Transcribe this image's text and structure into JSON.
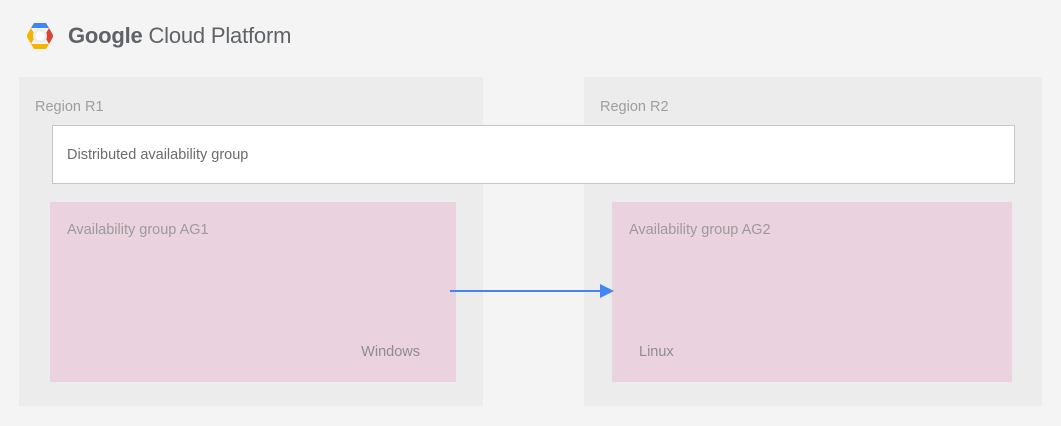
{
  "brand": {
    "logo_icon": "google-cloud-hexagon-icon",
    "name_bold": "Google",
    "name_rest": " Cloud Platform"
  },
  "diagram": {
    "regions": [
      {
        "id": "r1",
        "label": "Region R1",
        "availability_group": {
          "title": "Availability group AG1",
          "os": "Windows",
          "os_align": "right",
          "color": "#ead2de"
        }
      },
      {
        "id": "r2",
        "label": "Region R2",
        "availability_group": {
          "title": "Availability group AG2",
          "os": "Linux",
          "os_align": "left",
          "color": "#ead2de"
        }
      }
    ],
    "distributed_group": {
      "label": "Distributed availability group",
      "background": "#ffffff",
      "border_color": "#c6c6c6"
    },
    "connector": {
      "icon": "arrow-right-icon",
      "direction": "left-to-right",
      "color": "#4285f4",
      "from": "Availability group AG1",
      "to": "Availability group AG2"
    },
    "colors": {
      "page_background": "#f4f4f4",
      "region_background": "#ececec",
      "availability_group": "#ead2de",
      "accent_blue": "#4285f4",
      "text_gray": "#9e9e9e"
    }
  }
}
